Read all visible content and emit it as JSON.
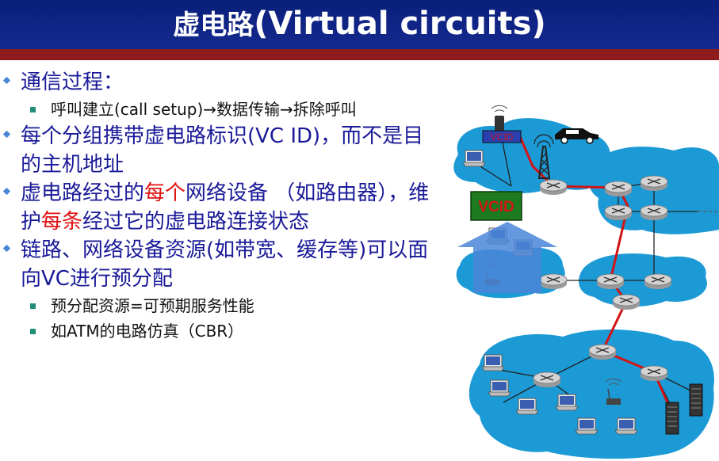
{
  "title": {
    "cn": "虚电路",
    "en": "(Virtual circuits)"
  },
  "bullets": [
    {
      "text": "通信过程："
    },
    {
      "text": "呼叫建立(call setup)→数据传输→拆除呼叫"
    },
    {
      "text": "每个分组携带虚电路标识(VC ID)，而不是目的主机地址"
    },
    {
      "pre": "虚电路经过的",
      "hl1": "每个",
      "mid": "网络设备 （如路由器），维护",
      "hl2": "每条",
      "post": "经过它的虚电路连接状态"
    },
    {
      "text": "链路、网络设备资源(如带宽、缓存等)可以面向VC进行预分配"
    },
    {
      "text": "预分配资源=可预期服务性能"
    },
    {
      "text": "如ATM的电路仿真（CBR）"
    }
  ],
  "diagram": {
    "vcid_small": "VCID",
    "vcid_large": "VCID",
    "colors": {
      "link": "#d21414",
      "cloud": "#1b9ad6",
      "router": "#c8c8c8",
      "vcid_box": "#1e7a1e",
      "vcid_text": "#d21414"
    }
  }
}
